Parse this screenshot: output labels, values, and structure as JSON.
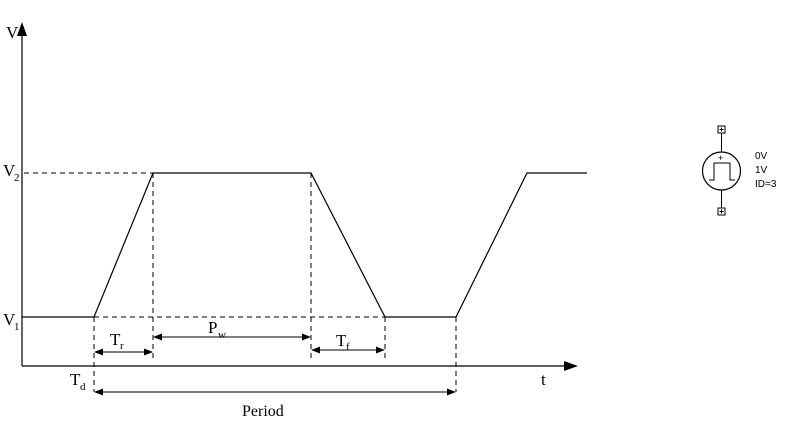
{
  "axes": {
    "y_label": "V",
    "x_label": "t"
  },
  "levels": {
    "v2": {
      "main": "V",
      "sub": "2"
    },
    "v1": {
      "main": "V",
      "sub": "1"
    }
  },
  "dimensions": {
    "tr": {
      "main": "T",
      "sub": "r"
    },
    "pw": {
      "main": "P",
      "sub": "w"
    },
    "tf": {
      "main": "T",
      "sub": "f"
    },
    "td": {
      "main": "T",
      "sub": "d"
    },
    "period": "Period"
  },
  "source_symbol": {
    "plus_sign": "+",
    "lines": [
      "0V",
      "1V",
      "ID=3"
    ]
  }
}
